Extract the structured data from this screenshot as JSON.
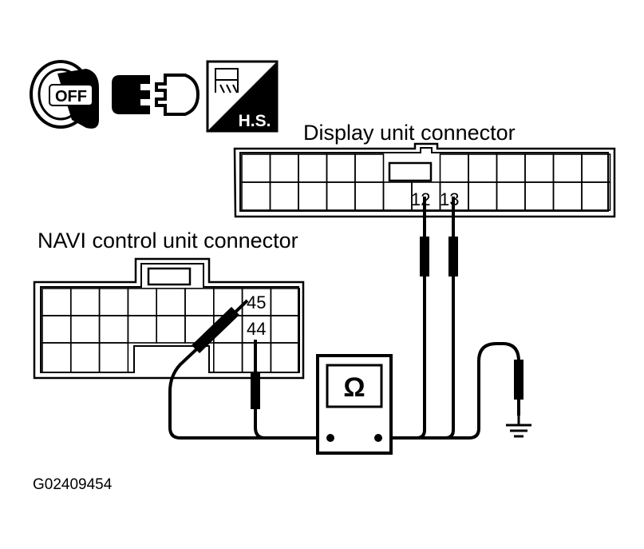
{
  "icons": {
    "ignition_key_text": "OFF",
    "harness_sign_text": "H.S."
  },
  "display_connector": {
    "label": "Display unit connector",
    "pins": [
      "12",
      "13"
    ]
  },
  "navi_connector": {
    "label": "NAVI control unit connector",
    "pins": [
      "45",
      "44"
    ]
  },
  "meter": {
    "symbol": "Ω"
  },
  "figure_id": "G02409454"
}
